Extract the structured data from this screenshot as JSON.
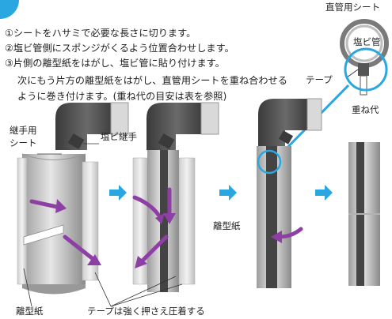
{
  "steps": [
    "①シートをハサミで必要な長さに切ります。",
    "②塩ビ管側にスポンジがくるよう位置合わせします。",
    "③片側の離型紙をはがし、塩ビ管に貼り付けます。",
    "次にもう片方の離型紙をはがし、直管用シートを重ね合わせる",
    "ように巻き付けます。(重ね代の目安は表を参照)"
  ],
  "detail": {
    "sheet_label": "直管用シート",
    "pipe_label": "塩ビ管",
    "tape_label": "テープ",
    "overlap_label": "重ね代"
  },
  "labels": {
    "joint_sheet_line1": "継手用",
    "joint_sheet_line2": "シート",
    "pvc_joint": "塩ビ継手",
    "release_paper_right": "離型紙",
    "release_paper_bottom": "離型紙",
    "tape_instruction": "テープは強く押さえ圧着する"
  },
  "colors": {
    "accent_blue": "#2aa7e0",
    "arrow_purple": "#8e3fa4",
    "pipe_grey": "#bdbdbd",
    "sheet_dark": "#3a3a3a"
  }
}
